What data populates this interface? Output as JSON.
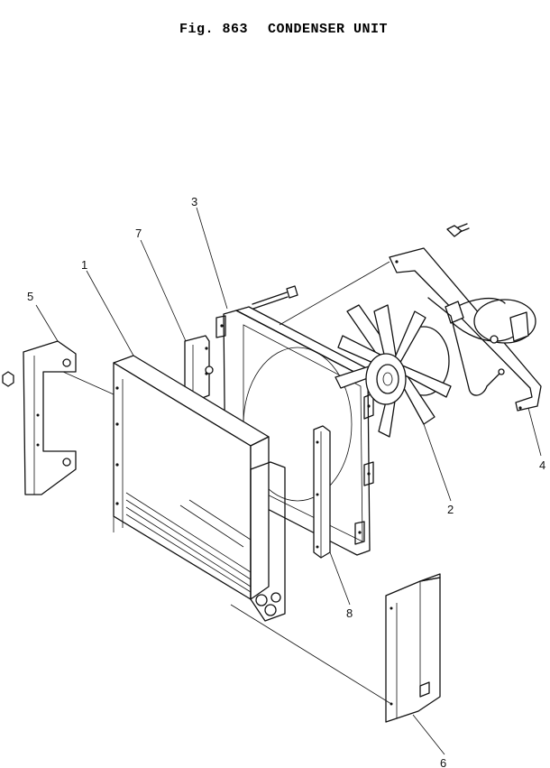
{
  "title": {
    "fig_prefix": "Fig. 863",
    "name": "CONDENSER UNIT"
  },
  "callouts": {
    "c1": "1",
    "c2": "2",
    "c3": "3",
    "c4": "4",
    "c5": "5",
    "c6": "6",
    "c7": "7",
    "c8": "8"
  }
}
